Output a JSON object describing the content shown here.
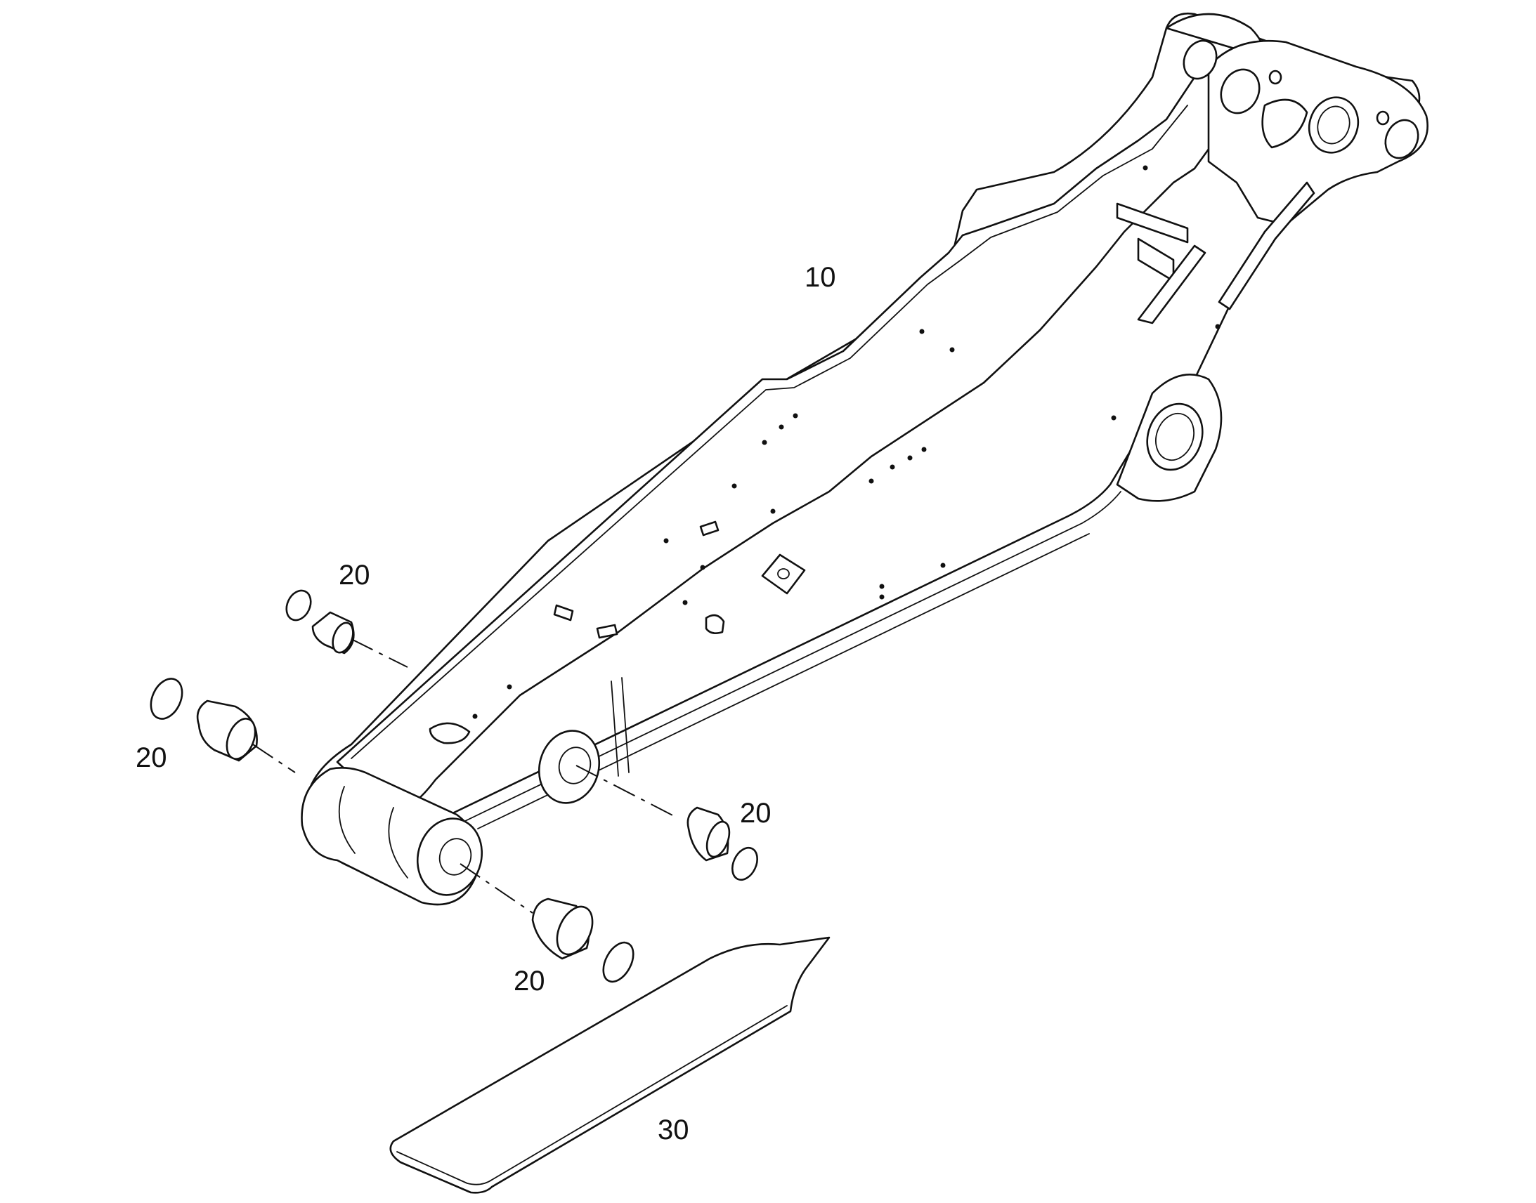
{
  "drawing": {
    "parts": [
      {
        "ref": "10"
      },
      {
        "ref": "20"
      },
      {
        "ref": "30"
      }
    ],
    "callouts": {
      "arm": "10",
      "bushing_top": "20",
      "bushing_left": "20",
      "bushing_right": "20",
      "bushing_bottom": "20",
      "wear_plate": "30"
    }
  }
}
